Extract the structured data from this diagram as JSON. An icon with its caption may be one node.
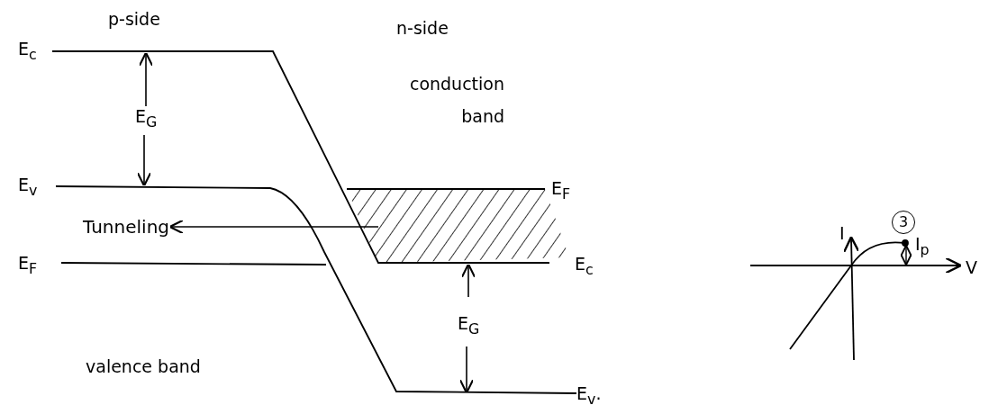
{
  "diagram": {
    "nodes": [
      {
        "text": [
          "Tunneling"
        ]
      },
      {
        "text": [],
        "shape": "box"
      },
      {
        "text": [
          "3"
        ]
      }
    ],
    "edges": [
      {
        "from": 1,
        "to": 0,
        "arrow": "to"
      }
    ],
    "labels": [
      "p-side",
      "E$_{c}$",
      "n-side",
      "conduction band",
      "E$_{G}$",
      "E$_{v}$",
      "E$_{F}$",
      "E$_{F}$",
      "E$_{c}$",
      "E$_{G}$",
      "valence band",
      "E$_{v}$.",
      "I",
      "I$_{p}$",
      "V"
    ]
  }
}
